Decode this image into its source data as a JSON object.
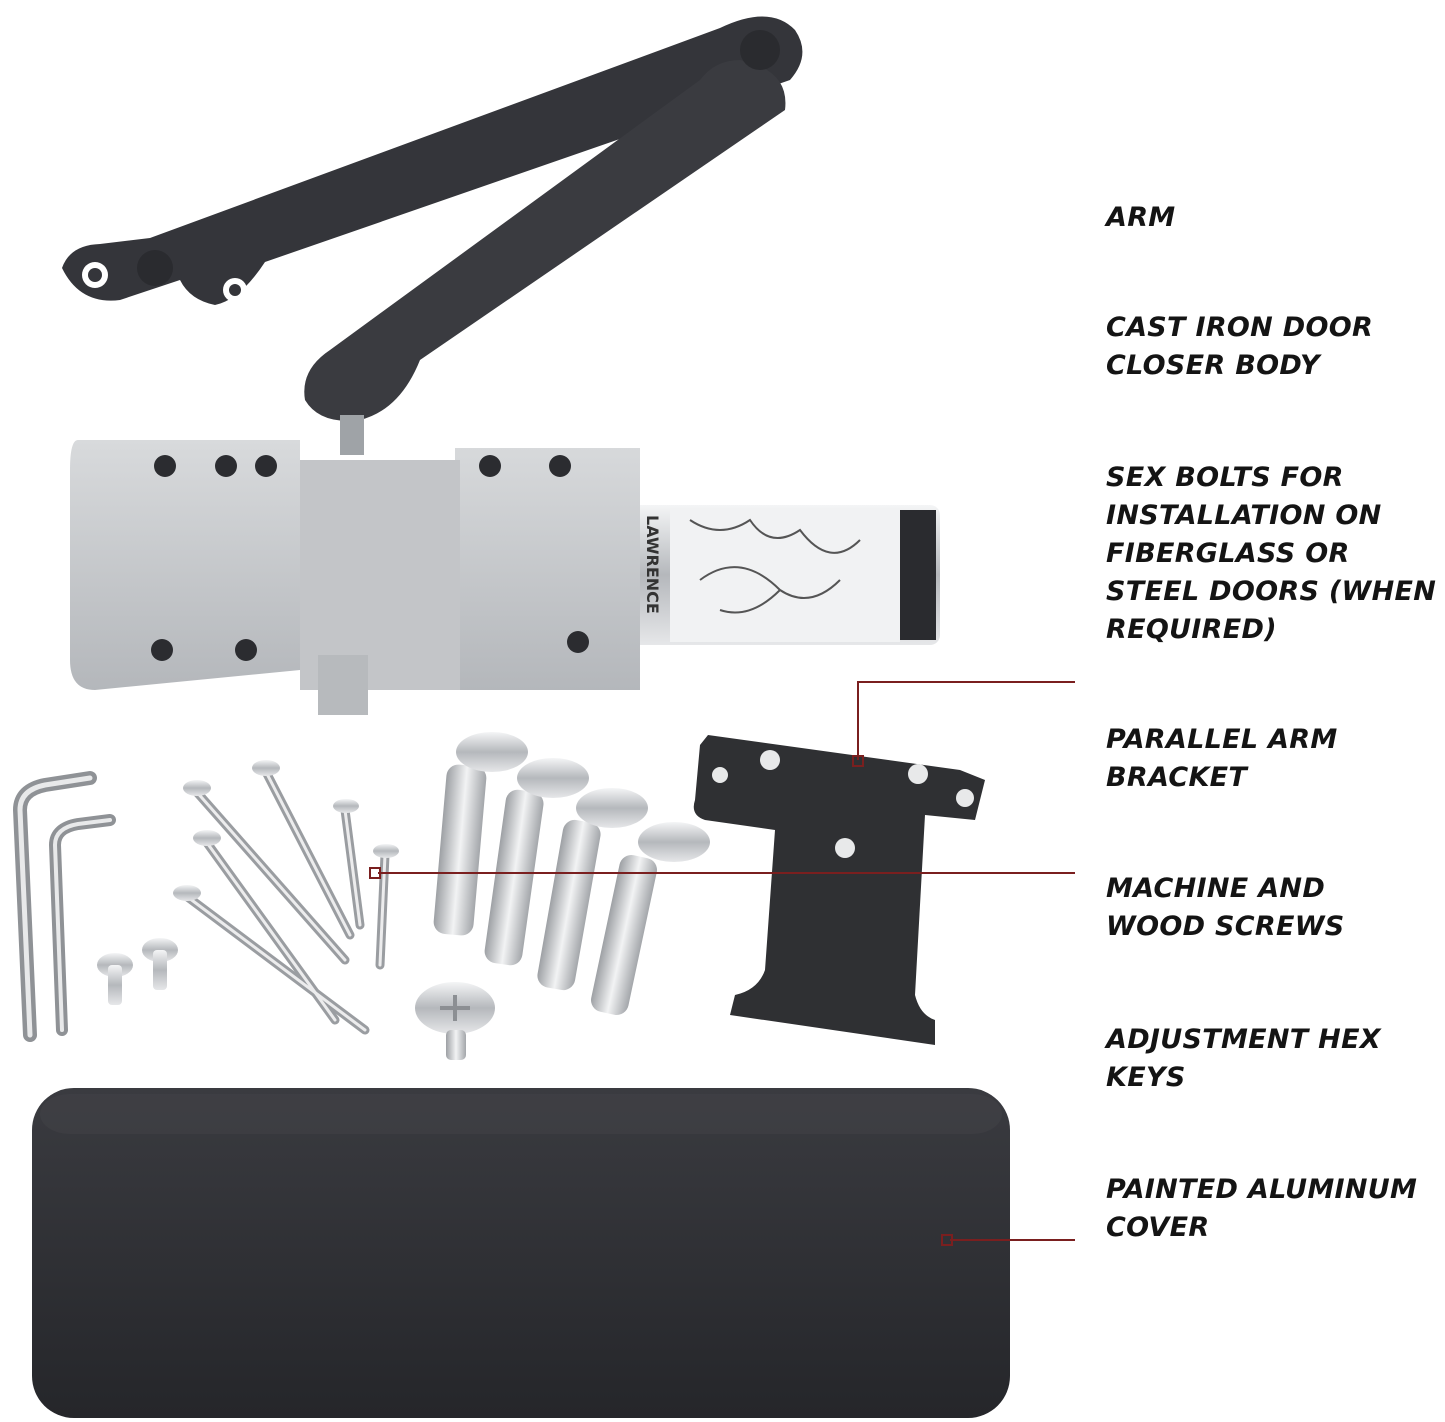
{
  "labels": {
    "arm": "ARM",
    "body": "CAST IRON DOOR\nCLOSER BODY",
    "sex_bolts": "SEX BOLTS FOR\nINSTALLATION ON\nFIBERGLASS OR\nSTEEL DOORS (WHEN\nREQUIRED)",
    "bracket": "PARALLEL ARM\nBRACKET",
    "screws": "MACHINE AND\nWOOD SCREWS",
    "hex_keys": "ADJUSTMENT HEX\nKEYS",
    "cover": "PAINTED ALUMINUM\nCOVER"
  },
  "product": {
    "brand_text": "LAWRENCE"
  },
  "colors": {
    "arm": "#34353a",
    "body": "#c9cbce",
    "bracket": "#2f3033",
    "cover": "#2d2e32",
    "leader_line": "#7a1f1f",
    "label_text": "#141414"
  }
}
